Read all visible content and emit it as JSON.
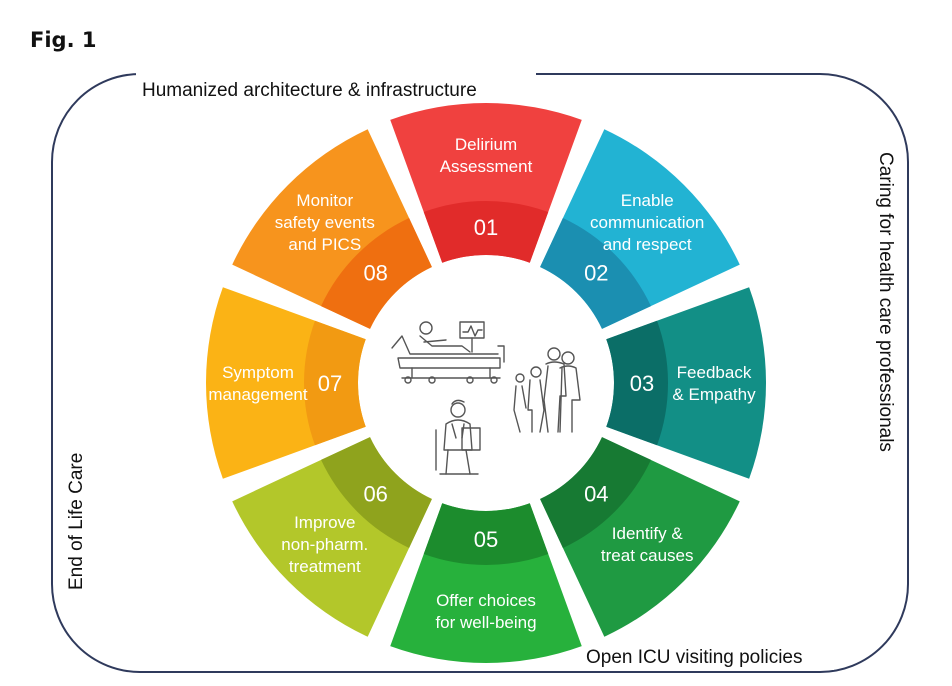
{
  "figure_label": "Fig. 1",
  "side_labels": {
    "top": "Humanized architecture & infrastructure",
    "right": "Caring for health care professionals",
    "bottom": "Open ICU visiting policies",
    "left": "End of Life Care"
  },
  "segments": [
    {
      "number": "01",
      "lines": [
        "Delirium",
        "Assessment"
      ],
      "color": "#f0413f",
      "dark": "#e12b2a"
    },
    {
      "number": "02",
      "lines": [
        "Enable",
        "communication",
        "and respect"
      ],
      "color": "#22b3d3",
      "dark": "#1b8fb1"
    },
    {
      "number": "03",
      "lines": [
        "Feedback",
        "& Empathy"
      ],
      "color": "#128f86",
      "dark": "#0b6e67"
    },
    {
      "number": "04",
      "lines": [
        "Identify &",
        "treat causes"
      ],
      "color": "#1f9a42",
      "dark": "#177a33"
    },
    {
      "number": "05",
      "lines": [
        "Offer choices",
        "for well-being"
      ],
      "color": "#27b13c",
      "dark": "#1c8c2d"
    },
    {
      "number": "06",
      "lines": [
        "Improve",
        "non-pharm.",
        "treatment"
      ],
      "color": "#b3c72a",
      "dark": "#8fa31d"
    },
    {
      "number": "07",
      "lines": [
        "Symptom",
        "management"
      ],
      "color": "#fbb315",
      "dark": "#f29a12"
    },
    {
      "number": "08",
      "lines": [
        "Monitor",
        "safety events",
        "and PICS"
      ],
      "color": "#f7941d",
      "dark": "#ef6f10"
    }
  ],
  "icons": [
    "hospital-bed-icon",
    "family-icon",
    "doctor-icon"
  ]
}
